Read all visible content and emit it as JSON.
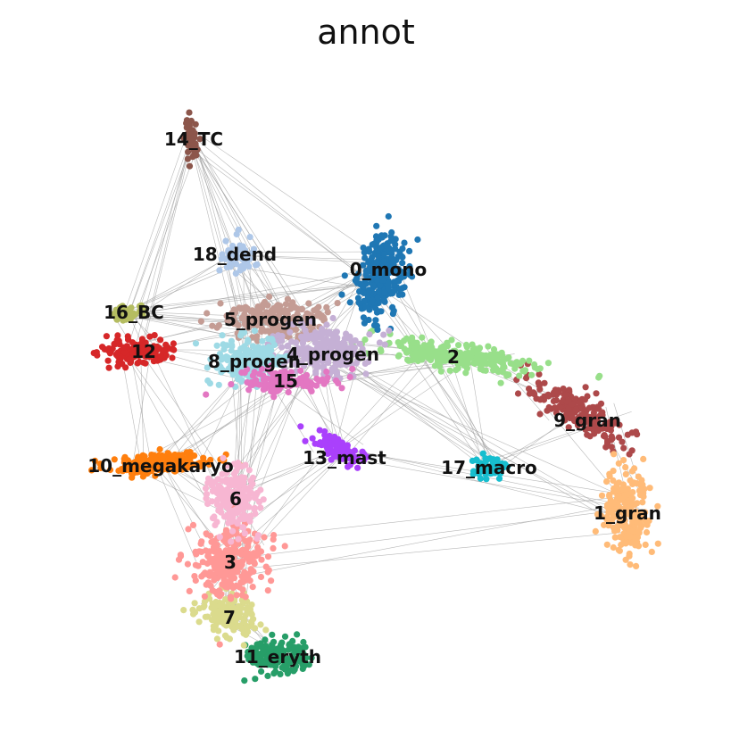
{
  "chart_data": {
    "type": "graph-embedding",
    "title": "annot",
    "clusters": [
      {
        "id": "0_mono",
        "label": "0_mono",
        "color": "#1f77b4"
      },
      {
        "id": "1_gran",
        "label": "1_gran",
        "color": "#ffbb78"
      },
      {
        "id": "2",
        "label": "2",
        "color": "#98df8a"
      },
      {
        "id": "3",
        "label": "3",
        "color": "#ff9896"
      },
      {
        "id": "4_progen",
        "label": "4_progen",
        "color": "#c5b0d5"
      },
      {
        "id": "5_progen",
        "label": "5_progen",
        "color": "#c49c94"
      },
      {
        "id": "6",
        "label": "6",
        "color": "#f7b6d2"
      },
      {
        "id": "7",
        "label": "7",
        "color": "#dbdb8d"
      },
      {
        "id": "8_progen",
        "label": "8_progen",
        "color": "#9edae5"
      },
      {
        "id": "9_gran",
        "label": "9_gran",
        "color": "#ad494a"
      },
      {
        "id": "10_megakaryo",
        "label": "10_megakaryo",
        "color": "#ff7f0e"
      },
      {
        "id": "11_eryth",
        "label": "11_eryth",
        "color": "#279e68"
      },
      {
        "id": "12",
        "label": "12",
        "color": "#d62728"
      },
      {
        "id": "13_mast",
        "label": "13_mast",
        "color": "#aa40fc"
      },
      {
        "id": "14_TC",
        "label": "14_TC",
        "color": "#8c564b"
      },
      {
        "id": "15",
        "label": "15",
        "color": "#e377c2"
      },
      {
        "id": "16_BC",
        "label": "16_BC",
        "color": "#b5bd61"
      },
      {
        "id": "17_macro",
        "label": "17_macro",
        "color": "#17becf"
      },
      {
        "id": "18_dend",
        "label": "18_dend",
        "color": "#aec7e8"
      }
    ],
    "edge_color": "#9a9a9a",
    "axes": "off",
    "legend": "on data"
  }
}
